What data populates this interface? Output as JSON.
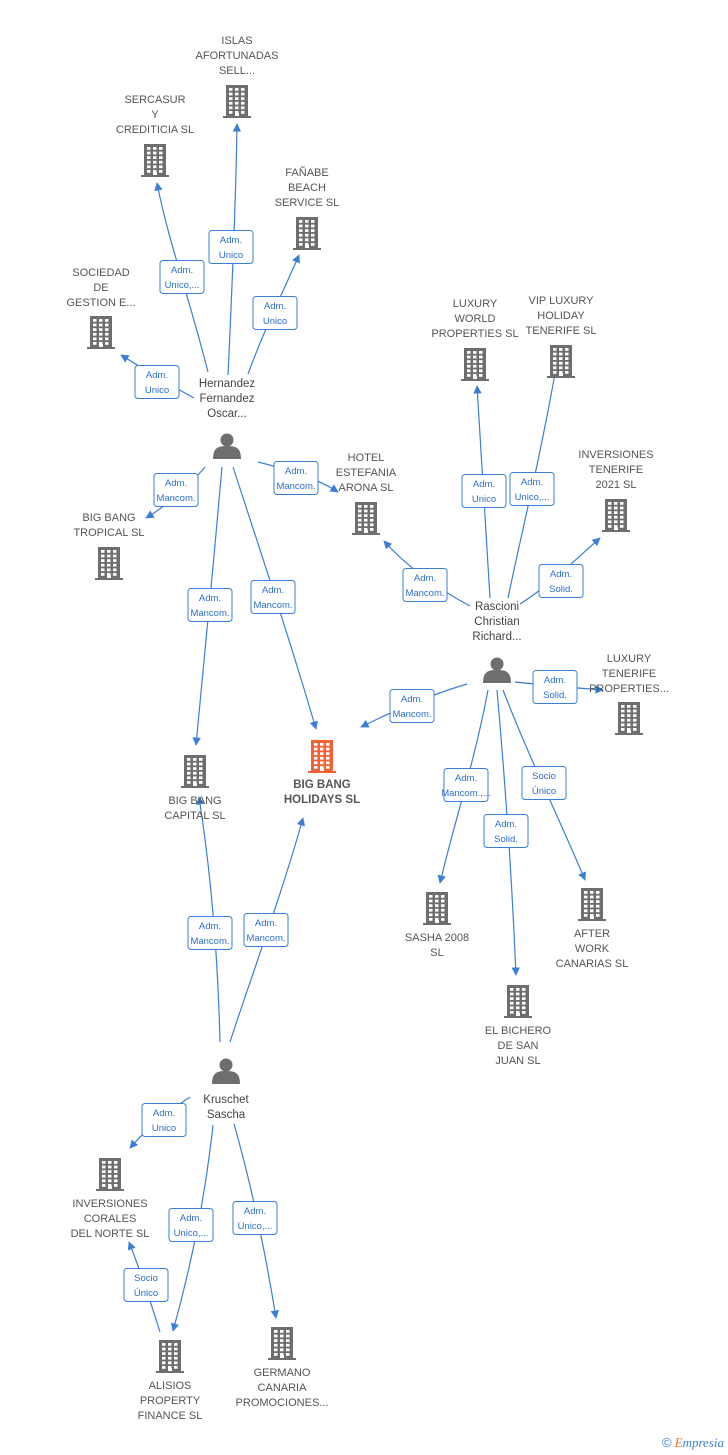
{
  "colors": {
    "edge": "#3a7fd5",
    "building": "#6e6e6e",
    "main_building": "#f26234",
    "person": "#6e6e6e"
  },
  "companies": [
    {
      "id": "islas",
      "lines": [
        "ISLAS",
        "AFORTUNADAS",
        "SELL..."
      ],
      "main": false
    },
    {
      "id": "sercasur",
      "lines": [
        "SERCASUR",
        "Y",
        "CREDITICIA SL"
      ],
      "main": false
    },
    {
      "id": "fanabe",
      "lines": [
        "FAÑABE",
        "BEACH",
        "SERVICE  SL"
      ],
      "main": false
    },
    {
      "id": "sociedad",
      "lines": [
        "SOCIEDAD",
        "DE",
        "GESTION E..."
      ],
      "main": false
    },
    {
      "id": "luxury_world",
      "lines": [
        "LUXURY",
        "WORLD",
        "PROPERTIES SL"
      ],
      "main": false
    },
    {
      "id": "vip_luxury",
      "lines": [
        "VIP LUXURY",
        "HOLIDAY",
        "TENERIFE  SL"
      ],
      "main": false
    },
    {
      "id": "hotel_estefania",
      "lines": [
        "HOTEL",
        "ESTEFANIA",
        "ARONA  SL"
      ],
      "main": false
    },
    {
      "id": "inversiones_tenerife",
      "lines": [
        "INVERSIONES",
        "TENERIFE",
        "2021  SL"
      ],
      "main": false
    },
    {
      "id": "big_bang_tropical",
      "lines": [
        "BIG BANG",
        "TROPICAL  SL"
      ],
      "main": false
    },
    {
      "id": "luxury_tenerife",
      "lines": [
        "LUXURY",
        "TENERIFE",
        "PROPERTIES..."
      ],
      "main": false
    },
    {
      "id": "big_bang_capital",
      "lines": [
        "BIG BANG",
        "CAPITAL  SL"
      ],
      "main": false
    },
    {
      "id": "big_bang_holidays",
      "lines": [
        "BIG BANG",
        "HOLIDAYS  SL"
      ],
      "main": true
    },
    {
      "id": "sasha",
      "lines": [
        "SASHA 2008",
        "SL"
      ],
      "main": false
    },
    {
      "id": "after_work",
      "lines": [
        "AFTER",
        "WORK",
        "CANARIAS  SL"
      ],
      "main": false
    },
    {
      "id": "bichero",
      "lines": [
        "EL BICHERO",
        "DE SAN",
        "JUAN  SL"
      ],
      "main": false
    },
    {
      "id": "inversiones_corales",
      "lines": [
        "INVERSIONES",
        "CORALES",
        "DEL NORTE  SL"
      ],
      "main": false
    },
    {
      "id": "alisios",
      "lines": [
        "ALISIOS",
        "PROPERTY",
        "FINANCE SL"
      ],
      "main": false
    },
    {
      "id": "germano",
      "lines": [
        "GERMANO",
        "CANARIA",
        "PROMOCIONES..."
      ],
      "main": false
    }
  ],
  "people": [
    {
      "id": "hernandez",
      "lines": [
        "Hernandez",
        "Fernandez",
        "Oscar..."
      ]
    },
    {
      "id": "rascioni",
      "lines": [
        "Rascioni",
        "Christian",
        "Richard..."
      ]
    },
    {
      "id": "kruschet",
      "lines": [
        "Kruschet",
        "Sascha"
      ]
    }
  ],
  "edges": [
    {
      "from": "hernandez",
      "to": "islas",
      "label": [
        "Adm.",
        "Unico"
      ]
    },
    {
      "from": "hernandez",
      "to": "sercasur",
      "label": [
        "Adm.",
        "Unico,..."
      ]
    },
    {
      "from": "hernandez",
      "to": "fanabe",
      "label": [
        "Adm.",
        "Unico"
      ]
    },
    {
      "from": "hernandez",
      "to": "sociedad",
      "label": [
        "Adm.",
        "Unico"
      ]
    },
    {
      "from": "hernandez",
      "to": "hotel_estefania",
      "label": [
        "Adm.",
        "Mancom."
      ]
    },
    {
      "from": "hernandez",
      "to": "big_bang_tropical",
      "label": [
        "Adm.",
        "Mancom."
      ]
    },
    {
      "from": "hernandez",
      "to": "big_bang_capital",
      "label": [
        "Adm.",
        "Mancom."
      ]
    },
    {
      "from": "hernandez",
      "to": "big_bang_holidays",
      "label": [
        "Adm.",
        "Mancom."
      ]
    },
    {
      "from": "rascioni",
      "to": "luxury_world",
      "label": [
        "Adm.",
        "Unico"
      ]
    },
    {
      "from": "rascioni",
      "to": "vip_luxury",
      "label": [
        "Adm.",
        "Unico,..."
      ]
    },
    {
      "from": "rascioni",
      "to": "hotel_estefania",
      "label": [
        "Adm.",
        "Mancom."
      ]
    },
    {
      "from": "rascioni",
      "to": "inversiones_tenerife",
      "label": [
        "Adm.",
        "Solid."
      ]
    },
    {
      "from": "rascioni",
      "to": "luxury_tenerife",
      "label": [
        "Adm.",
        "Solid."
      ]
    },
    {
      "from": "rascioni",
      "to": "big_bang_holidays",
      "label": [
        "Adm.",
        "Mancom."
      ]
    },
    {
      "from": "rascioni",
      "to": "sasha",
      "label": [
        "Adm.",
        "Mancom.,..."
      ]
    },
    {
      "from": "rascioni",
      "to": "bichero",
      "label": [
        "Adm.",
        "Solid."
      ]
    },
    {
      "from": "rascioni",
      "to": "after_work",
      "label": [
        "Socio",
        "Único"
      ]
    },
    {
      "from": "kruschet",
      "to": "big_bang_capital",
      "label": [
        "Adm.",
        "Mancom."
      ]
    },
    {
      "from": "kruschet",
      "to": "big_bang_holidays",
      "label": [
        "Adm.",
        "Mancom."
      ]
    },
    {
      "from": "kruschet",
      "to": "inversiones_corales",
      "label": [
        "Adm.",
        "Unico"
      ]
    },
    {
      "from": "kruschet",
      "to": "alisios",
      "label": [
        "Adm.",
        "Unico,..."
      ]
    },
    {
      "from": "kruschet",
      "to": "germano",
      "label": [
        "Adm.",
        "Unico,..."
      ]
    },
    {
      "from": "alisios",
      "to": "inversiones_corales",
      "label": [
        "Socio",
        "Único"
      ]
    }
  ],
  "footer": {
    "copyright": "©",
    "brand_first": "E",
    "brand_rest": "mpresia"
  }
}
